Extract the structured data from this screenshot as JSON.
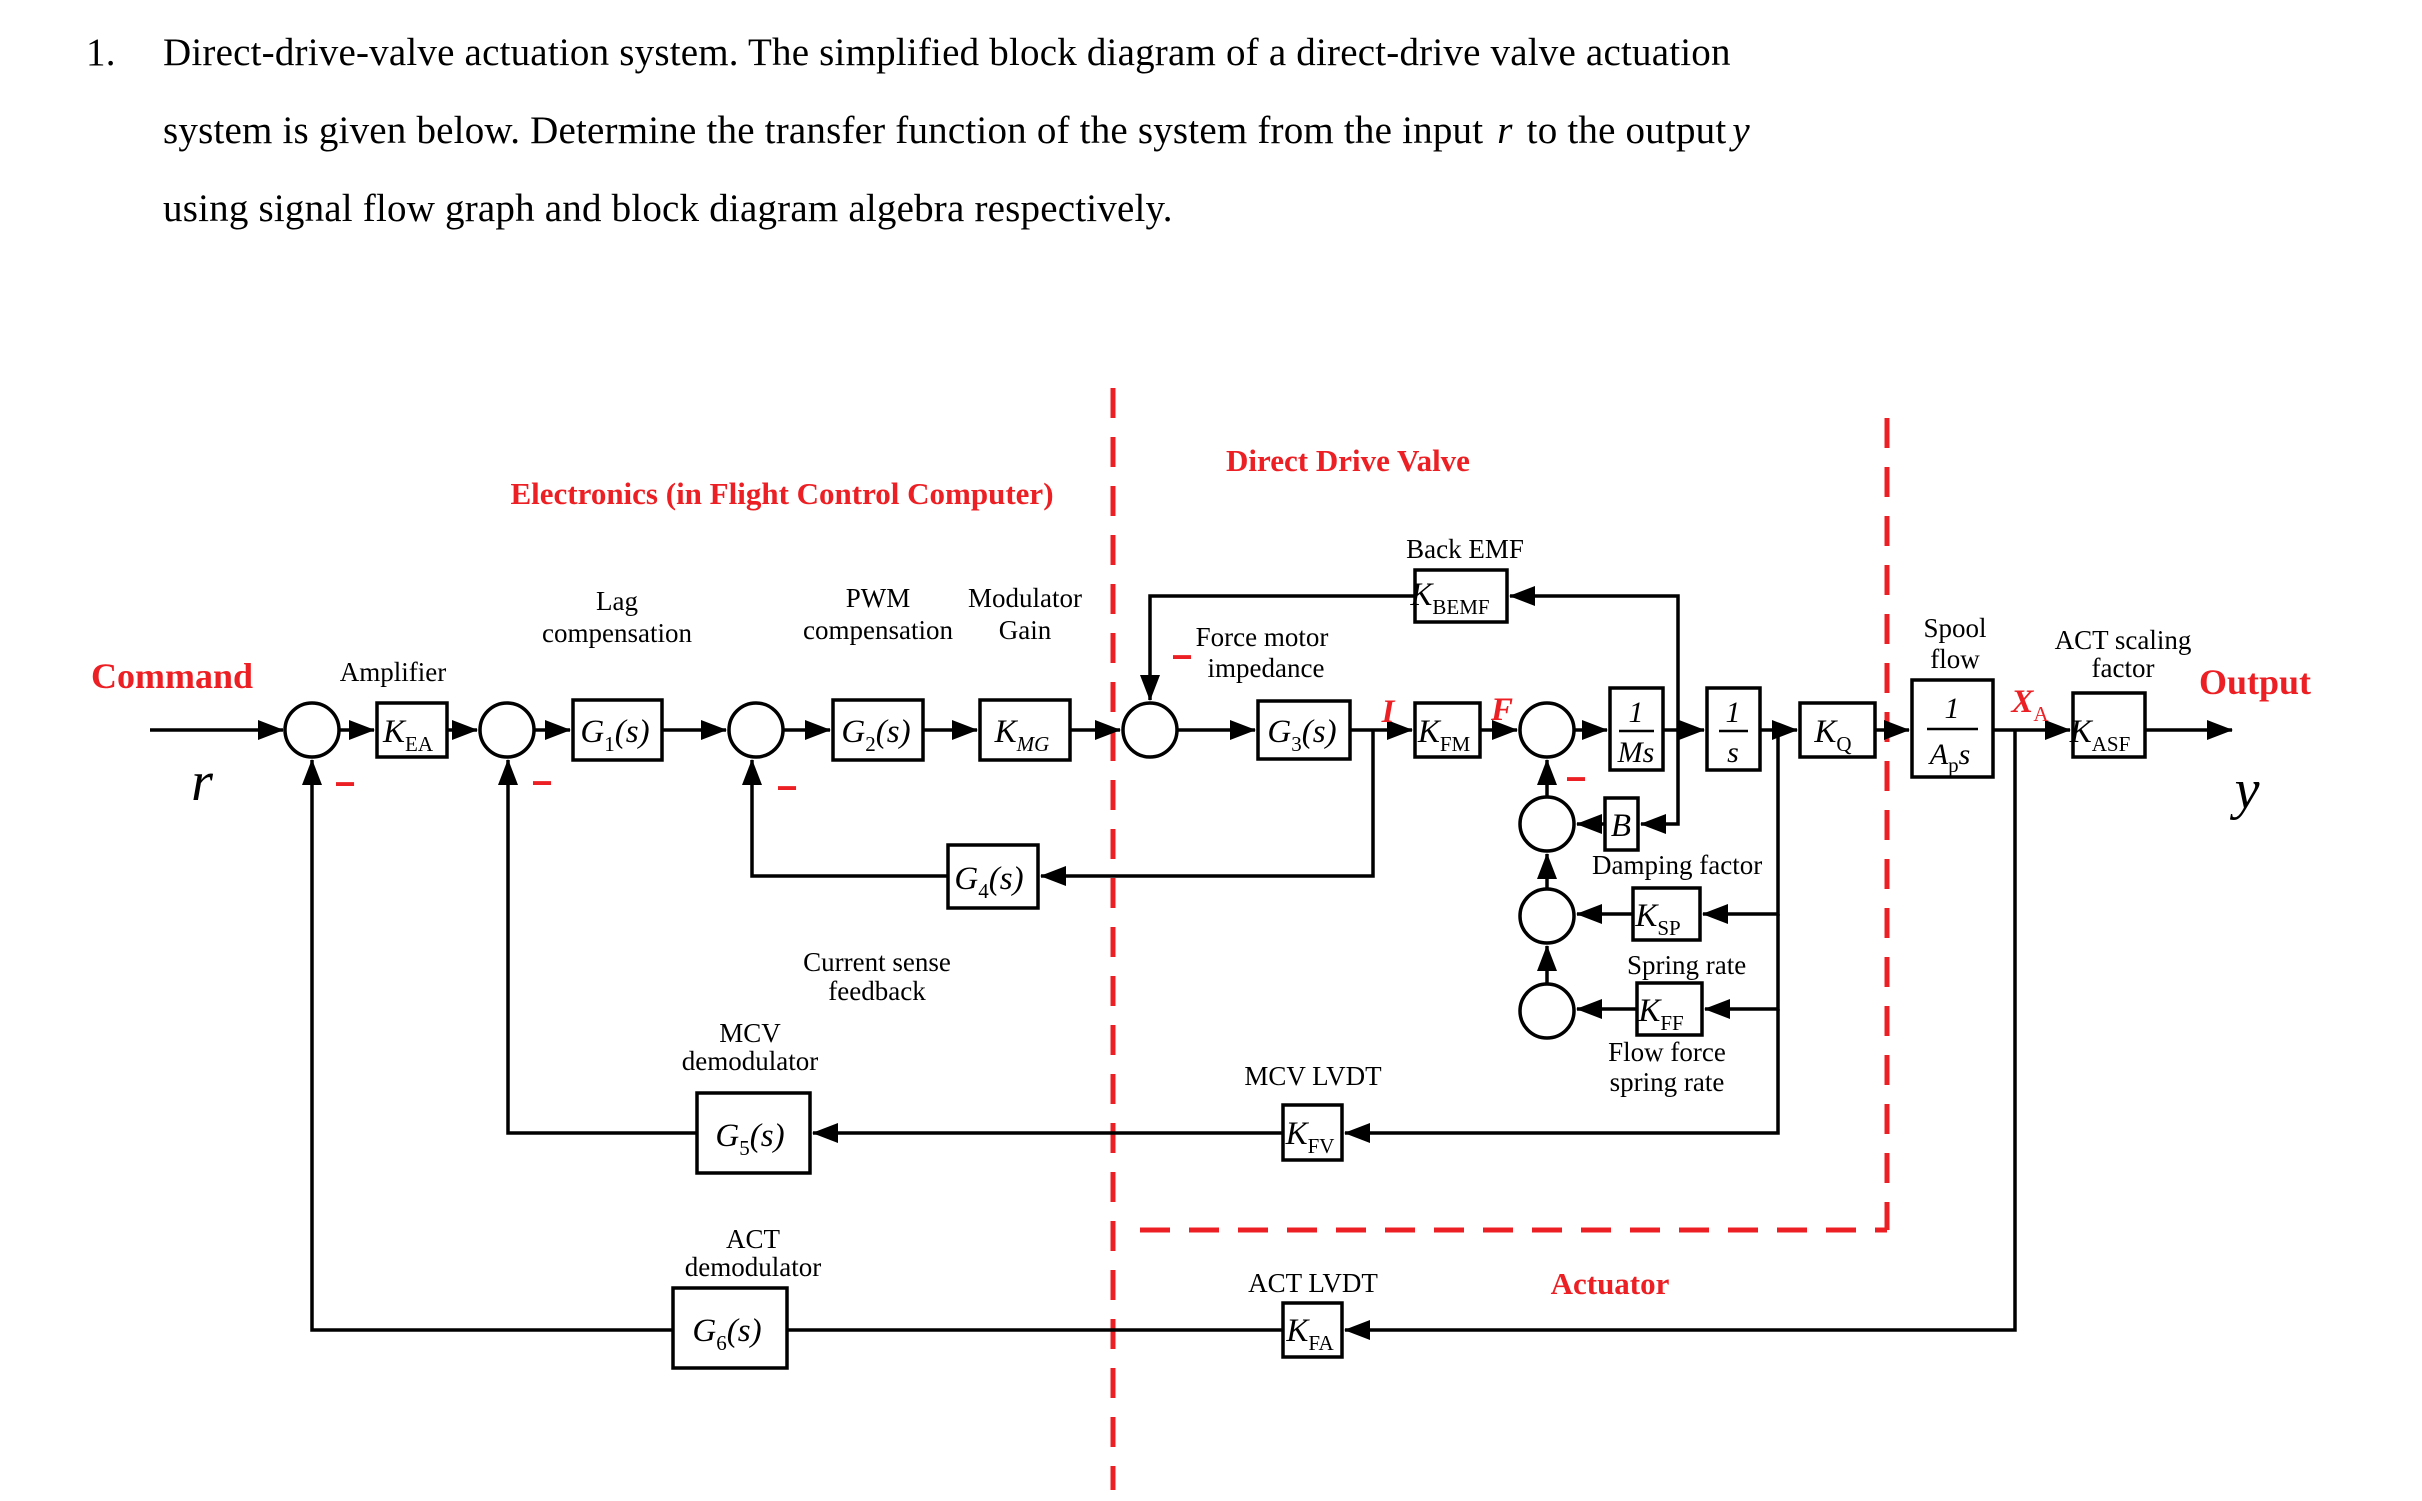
{
  "colors": {
    "accent_red": "#ec2024",
    "line_black": "#000000",
    "background": "#ffffff"
  },
  "title": {
    "number": "1.",
    "line1": "Direct-drive-valve actuation system. The simplified block diagram of a direct-drive valve actuation",
    "line2_a": "system is given below. Determine the transfer function of the system from the input",
    "line2_r": "r",
    "line2_b": "to the output",
    "line2_y": "y",
    "line3": "using signal flow graph and block diagram algebra respectively."
  },
  "regions": {
    "electronics": "Electronics (in Flight Control Computer)",
    "direct_drive_valve": "Direct Drive Valve",
    "actuator": "Actuator"
  },
  "signals": {
    "command": "Command",
    "r": "r",
    "output": "Output",
    "y": "y",
    "current": "I",
    "force": "F",
    "xa_main": "X",
    "xa_sub": "A",
    "minus": "−"
  },
  "blocks": {
    "kea": {
      "main": "K",
      "sub": "EA"
    },
    "g1": {
      "main": "G",
      "sub": "1",
      "arg": "(s)"
    },
    "g2": {
      "main": "G",
      "sub": "2",
      "arg": "(s)"
    },
    "g3": {
      "main": "G",
      "sub": "3",
      "arg": "(s)"
    },
    "g4": {
      "main": "G",
      "sub": "4",
      "arg": "(s)"
    },
    "g5": {
      "main": "G",
      "sub": "5",
      "arg": "(s)"
    },
    "g6": {
      "main": "G",
      "sub": "6",
      "arg": "(s)"
    },
    "kmg": {
      "main": "K",
      "sub": "MG"
    },
    "kfm": {
      "main": "K",
      "sub": "FM"
    },
    "kbemf": {
      "main": "K",
      "sub": "BEMF"
    },
    "b": {
      "main": "B"
    },
    "ksp": {
      "main": "K",
      "sub": "SP"
    },
    "kff": {
      "main": "K",
      "sub": "FF"
    },
    "kq": {
      "main": "K",
      "sub": "Q"
    },
    "kasf": {
      "main": "K",
      "sub": "ASF"
    },
    "kfv": {
      "main": "K",
      "sub": "FV"
    },
    "kfa": {
      "main": "K",
      "sub": "FA"
    },
    "inv_ms": {
      "num": "1",
      "den": "Ms"
    },
    "inv_s": {
      "num": "1",
      "den": "s"
    },
    "inv_aps": {
      "num": "1",
      "den_a": "A",
      "den_p": "p",
      "den_s": "s"
    }
  },
  "captions": {
    "amplifier": "Amplifier",
    "lag_1": "Lag",
    "lag_2": "compensation",
    "pwm_1": "PWM",
    "pwm_2": "compensation",
    "mod_1": "Modulator",
    "mod_2": "Gain",
    "back_emf": "Back EMF",
    "fm_1": "Force motor",
    "fm_2": "impedance",
    "spool_1": "Spool",
    "spool_2": "flow",
    "act_scaling_1": "ACT scaling",
    "act_scaling_2": "factor",
    "damping": "Damping factor",
    "spring": "Spring rate",
    "flow_1": "Flow force",
    "flow_2": "spring rate",
    "current_sense_1": "Current sense",
    "current_sense_2": "feedback",
    "mcv_dem_1": "MCV",
    "mcv_dem_2": "demodulator",
    "act_dem_1": "ACT",
    "act_dem_2": "demodulator",
    "mcv_lvdt": "MCV LVDT",
    "act_lvdt": "ACT LVDT"
  }
}
